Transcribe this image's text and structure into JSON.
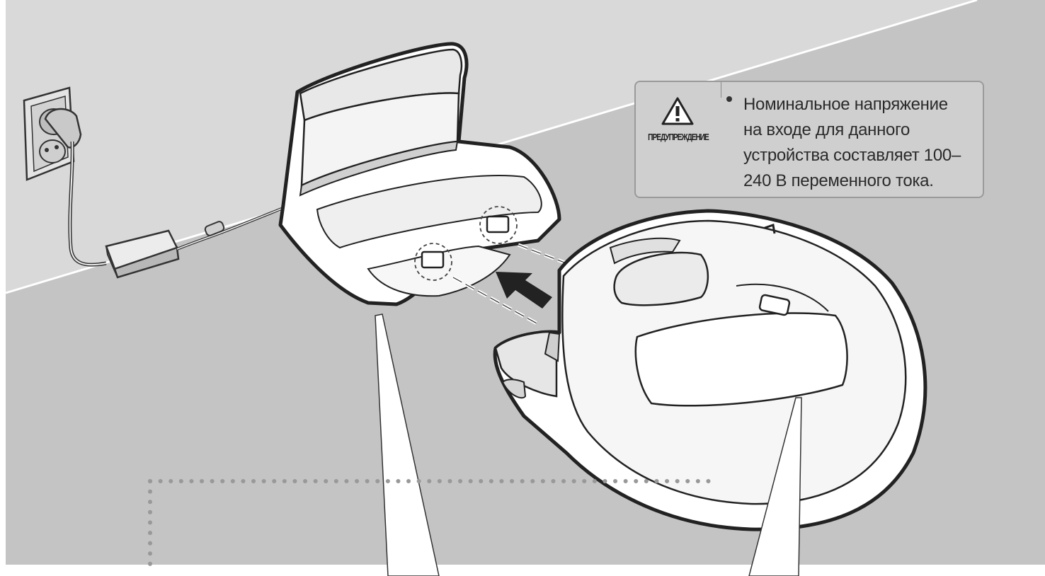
{
  "warning": {
    "label": "ПРЕДУПРЕЖДЕНИЕ",
    "icon": "warning-triangle-icon",
    "lines": [
      "Номинальное напряжение",
      "на входе для данного",
      "устройства составляет 100–",
      "240 В переменного тока."
    ]
  },
  "illustration": {
    "objects": [
      "wall-outlet",
      "power-adapter",
      "charging-station",
      "robot-vacuum"
    ],
    "arrow_icon": "insert-arrow-icon"
  }
}
